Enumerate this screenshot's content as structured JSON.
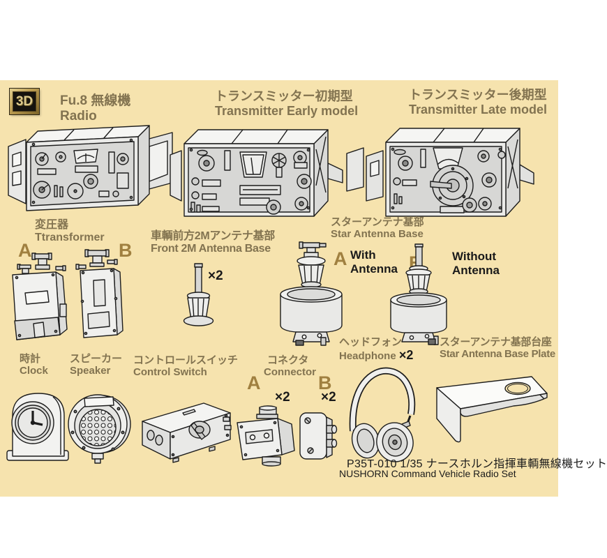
{
  "badge": "3D",
  "colors": {
    "background": "#f6e3ae",
    "label_brown": "#827350",
    "letter_tan": "#a08040",
    "text_black": "#1a1a1a"
  },
  "parts": {
    "radio": {
      "jp": "Fu.8 無線機",
      "en": "Radio"
    },
    "transmitter_early": {
      "jp": "トランスミッター初期型",
      "en": "Transmitter Early model"
    },
    "transmitter_late": {
      "jp": "トランスミッター後期型",
      "en": "Transmitter Late model"
    },
    "transformer": {
      "jp": "変圧器",
      "en": "Ttransformer",
      "variant_a": "A",
      "variant_b": "B"
    },
    "front_antenna_base": {
      "jp": "車輌前方2Mアンテナ基部",
      "en": "Front 2M Antenna Base",
      "quantity": "×2"
    },
    "star_antenna_base": {
      "jp": "スターアンテナ基部",
      "en": "Star Antenna Base",
      "variant_a": "A",
      "variant_a_note_1": "With",
      "variant_a_note_2": "Antenna",
      "variant_b": "B",
      "variant_b_note_1": "Without",
      "variant_b_note_2": "Antenna"
    },
    "clock": {
      "jp": "時計",
      "en": "Clock"
    },
    "speaker": {
      "jp": "スピーカー",
      "en": "Speaker"
    },
    "control_switch": {
      "jp": "コントロールスイッチ",
      "en": "Control Switch"
    },
    "connector": {
      "jp": "コネクタ",
      "en": "Connector",
      "variant_a": "A",
      "variant_a_qty": "×2",
      "variant_b": "B",
      "variant_b_qty": "×2"
    },
    "headphone": {
      "jp": "ヘッドフォン",
      "en": "Headphone",
      "quantity": "×2"
    },
    "base_plate": {
      "jp": "スターアンテナ基部台座",
      "en": "Star Antenna Base Plate"
    }
  },
  "footer": {
    "product_code_line": "P35T-010 1/35 ナースホルン指揮車輌無線機セット",
    "product_name_line": "NUSHORN Command Vehicle Radio Set"
  }
}
